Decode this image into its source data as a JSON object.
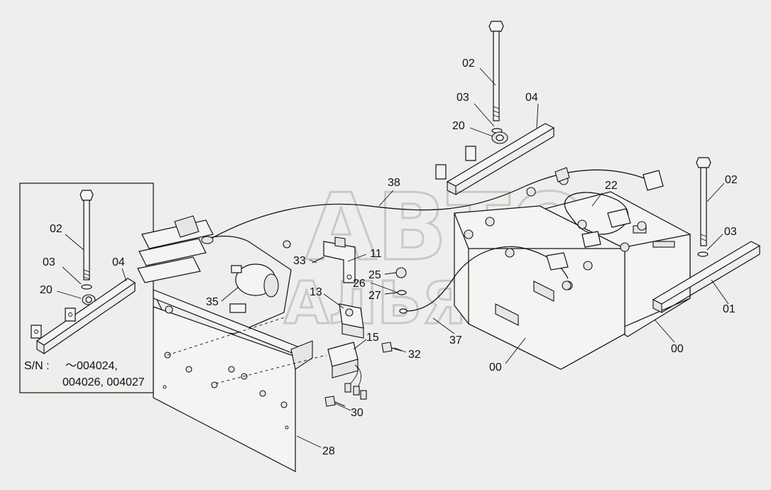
{
  "watermark": {
    "line1": "АВТО",
    "line2": "АЛЬЯНС"
  },
  "inset": {
    "sn_label": "S/N :",
    "sn_line1": "～004024,",
    "sn_line2": "004026, 004027",
    "callouts": {
      "c02": "02",
      "c03": "03",
      "c04": "04",
      "c20": "20"
    }
  },
  "callouts": {
    "top_bolt": "02",
    "top_washer": "03",
    "top_bar": "04",
    "top_clamp": "20",
    "harness_top": "38",
    "terminal": "22",
    "right_bolt": "02",
    "right_washer": "03",
    "right_bar": "01",
    "battery_right": "00",
    "battery_left": "00",
    "relay_bracket": "33",
    "relay_11": "11",
    "nut_25": "25",
    "washer_26": "26",
    "washer_27": "27",
    "relay_13": "13",
    "harness_bottom": "37",
    "motor": "35",
    "relay_15": "15",
    "screw_32": "32",
    "screw_30": "30",
    "plate": "28"
  }
}
